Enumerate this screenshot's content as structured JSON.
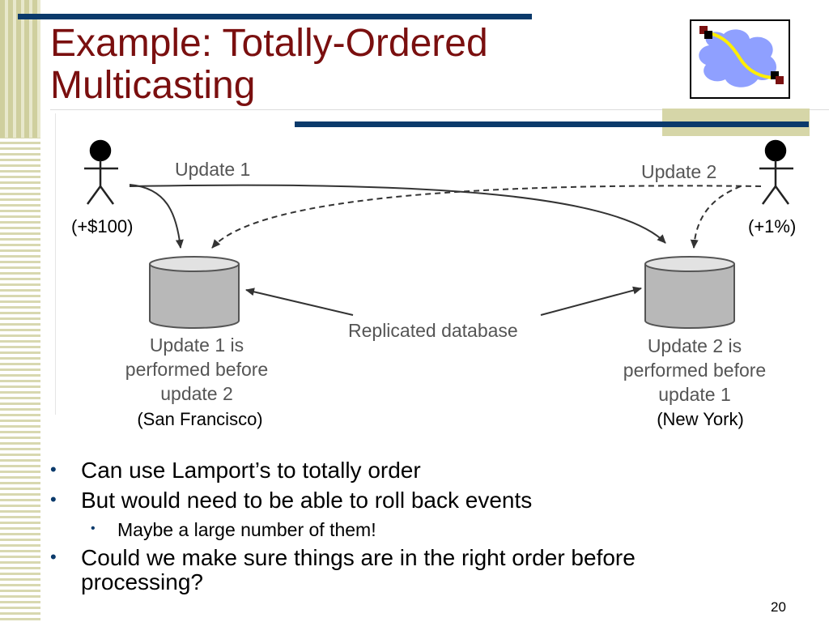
{
  "slide": {
    "title_line1": "Example: Totally-Ordered",
    "title_line2": "Multicasting",
    "page_number": "20"
  },
  "diagram": {
    "update1_label": "Update 1",
    "update2_label": "Update 2",
    "left_value": "(+$100)",
    "right_value": "(+1%)",
    "center_label": "Replicated database",
    "left_note": [
      "Update 1 is",
      "performed before",
      "update 2"
    ],
    "right_note": [
      "Update 2 is",
      "performed before",
      "update 1"
    ],
    "left_location": "(San Francisco)",
    "right_location": "(New York)"
  },
  "bullets": [
    {
      "level": 1,
      "text": "Can use Lamport’s to totally order"
    },
    {
      "level": 1,
      "text": "But would need to be able to roll back events"
    },
    {
      "level": 2,
      "text": "Maybe a large number of them!"
    },
    {
      "level": 1,
      "text": "Could we make sure things are in the right order before"
    },
    {
      "level": 1,
      "text": "processing?"
    }
  ],
  "colors": {
    "title": "#7a0f0f",
    "accent_bar": "#0b3a6b",
    "database_fill": "#b8b8b8",
    "logo_cloud": "#8fa0ff",
    "logo_path": "#ffee00"
  },
  "icons": {
    "bullet": "bullet-dot-icon",
    "person": "stick-figure-icon",
    "database": "database-cylinder-icon",
    "logo": "network-cloud-logo-icon"
  }
}
